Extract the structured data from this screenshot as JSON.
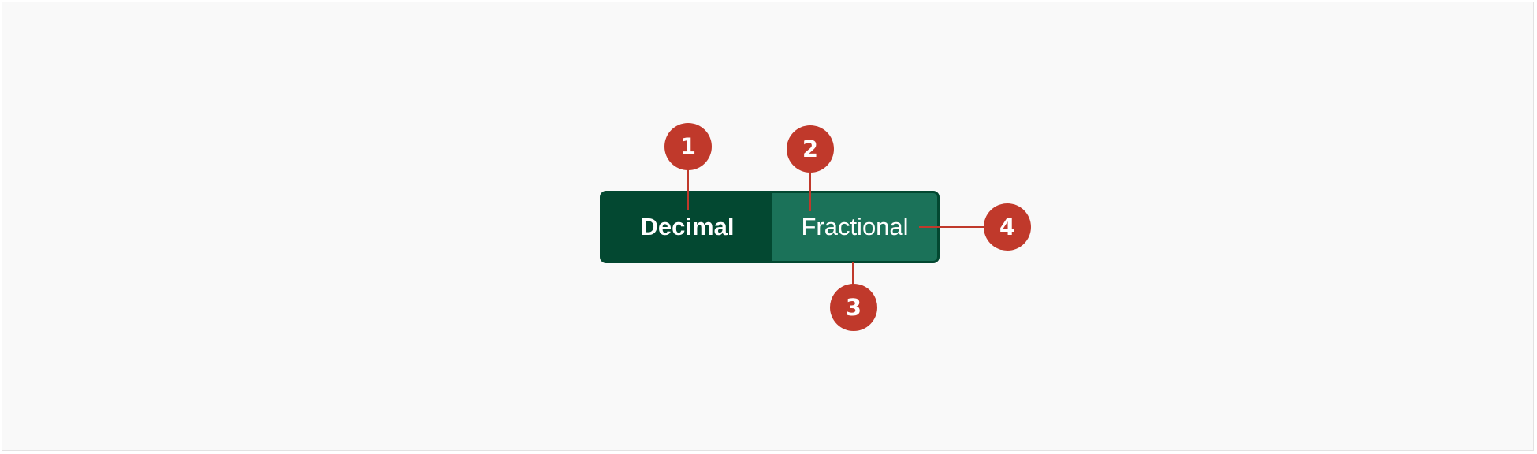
{
  "toggle": {
    "options": [
      {
        "label": "Decimal",
        "selected": true
      },
      {
        "label": "Fractional",
        "selected": false
      }
    ],
    "colors": {
      "selected_bg": "#034831",
      "unselected_bg": "#1b7259",
      "text": "#ffffff"
    }
  },
  "callouts": {
    "items": [
      {
        "label": "1"
      },
      {
        "label": "2"
      },
      {
        "label": "3"
      },
      {
        "label": "4"
      }
    ],
    "color": "#c0392b"
  }
}
